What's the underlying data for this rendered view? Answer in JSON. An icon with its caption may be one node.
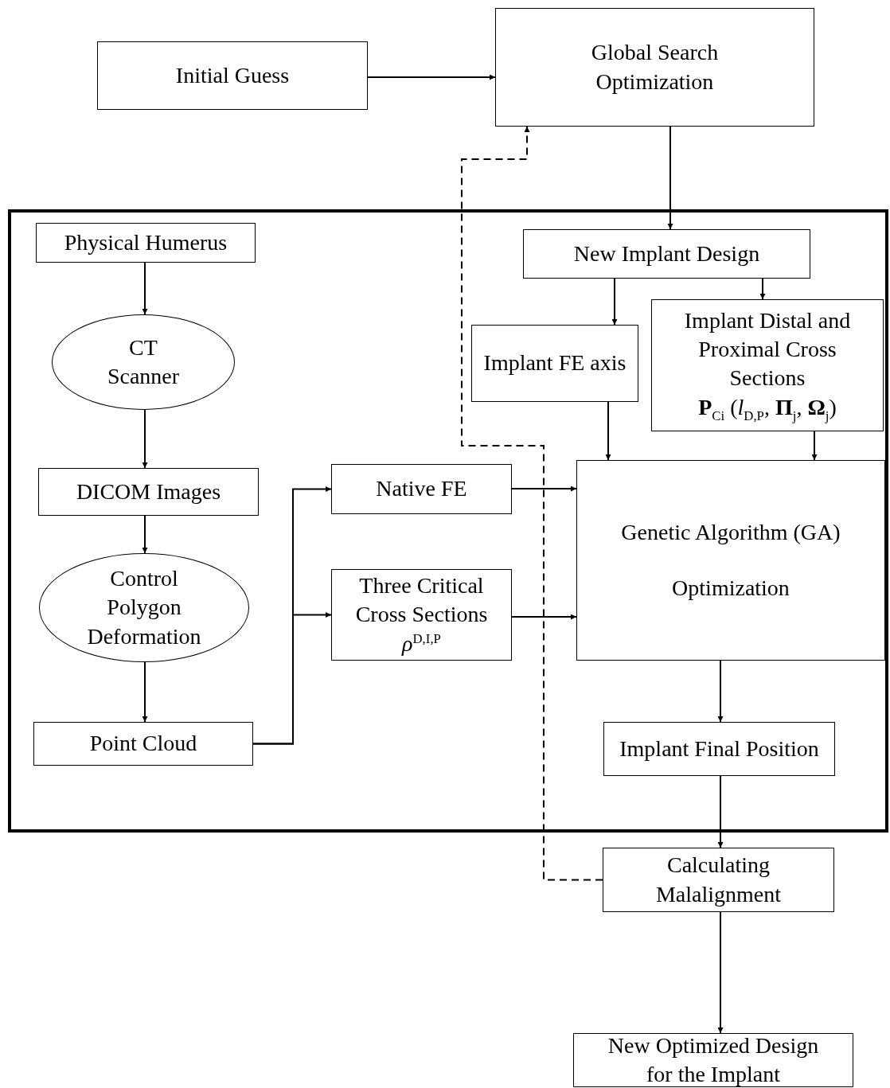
{
  "diagram": {
    "nodes": [
      {
        "text": [
          "Initial Guess"
        ]
      },
      {
        "text": [
          "Global Search Optimization"
        ]
      },
      {
        "text": [],
        "shape": "box"
      },
      {
        "text": [
          "Physical Humerus"
        ],
        "in": 2
      },
      {
        "text": [
          "New Implant Design"
        ],
        "in": 2
      },
      {
        "text": [
          "CT Scanner"
        ],
        "in": 2
      },
      {
        "text": [
          "Implant FE axis"
        ],
        "in": 2
      },
      {
        "text": [
          "Implant Distal and Proximal Cross Sections",
          "**P**$_{Ci}$ (*l*$_{D,P}$, **Π**$_{j}$, **Ω**$_{j}$)"
        ],
        "in": 2
      },
      {
        "text": [
          "DICOM Images"
        ],
        "in": 2
      },
      {
        "text": [
          "Native FE"
        ],
        "in": 2
      },
      {
        "text": [
          "Genetic Algorithm (GA)",
          "Optimization"
        ],
        "in": 2
      },
      {
        "text": [
          "Control Polygon Deformation"
        ],
        "in": 2
      },
      {
        "text": [
          "Three Critical Cross Sections",
          "*ρ*$^{D,I,P}$"
        ],
        "in": 2
      },
      {
        "text": [
          "Point Cloud"
        ],
        "in": 2
      },
      {
        "text": [
          "Implant Final Position"
        ],
        "in": 2
      },
      {
        "text": [
          "Calculating Malalignment"
        ]
      },
      {
        "text": [
          "New Optimized Design for the Implant"
        ]
      }
    ],
    "edges": [
      {
        "from": 0,
        "to": 1,
        "arrow": "to"
      },
      {
        "from": 1,
        "to": 4,
        "arrow": "to"
      },
      {
        "from": 4,
        "to": 6,
        "arrow": "to"
      },
      {
        "from": 4,
        "to": 7,
        "arrow": "to"
      },
      {
        "from": 6,
        "to": 10,
        "arrow": "to"
      },
      {
        "from": 7,
        "to": 10,
        "arrow": "to"
      },
      {
        "from": 3,
        "to": 5,
        "arrow": "to"
      },
      {
        "from": 5,
        "to": 8,
        "arrow": "to"
      },
      {
        "from": 8,
        "to": 11,
        "arrow": "to"
      },
      {
        "from": 11,
        "to": 13,
        "arrow": "to"
      },
      {
        "from": 13,
        "to": 9,
        "arrow": "to"
      },
      {
        "from": 13,
        "to": 12,
        "arrow": "to"
      },
      {
        "from": 9,
        "to": 10,
        "arrow": "to"
      },
      {
        "from": 12,
        "to": 10,
        "arrow": "to"
      },
      {
        "from": 10,
        "to": 14,
        "arrow": "to"
      },
      {
        "from": 14,
        "to": 15,
        "arrow": "to"
      },
      {
        "from": 15,
        "to": 1,
        "arrow": "to",
        "style": "dashed"
      },
      {
        "from": 15,
        "to": 16,
        "arrow": "to"
      }
    ]
  }
}
